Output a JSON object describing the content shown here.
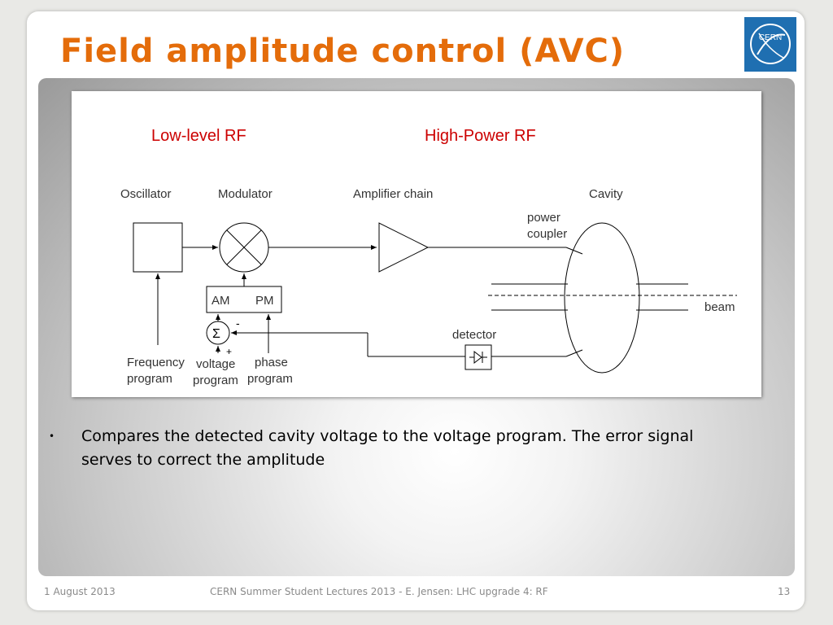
{
  "slide": {
    "title": "Field amplitude control (AVC)",
    "title_color": "#e46c0a",
    "logo_text": "CERN",
    "logo_color": "#1f6fb1"
  },
  "diagram": {
    "section_low": "Low-level RF",
    "section_high": "High-Power RF",
    "section_color": "#cc0000",
    "oscillator": "Oscillator",
    "modulator": "Modulator",
    "amplifier": "Amplifier chain",
    "cavity": "Cavity",
    "power_coupler_1": "power",
    "power_coupler_2": "coupler",
    "beam": "beam",
    "detector": "detector",
    "am": "AM",
    "pm": "PM",
    "sum_symbol": "Σ",
    "minus": "-",
    "plus": "+",
    "freq_1": "Frequency",
    "freq_2": "program",
    "volt_1": "voltage",
    "volt_2": "program",
    "phase_1": "phase",
    "phase_2": "program"
  },
  "bullet": {
    "marker": "•",
    "text": "Compares the detected cavity voltage to the voltage program. The error signal serves to correct the amplitude"
  },
  "footer": {
    "date": "1 August 2013",
    "center": "CERN Summer Student Lectures 2013 - E. Jensen: LHC upgrade 4: RF",
    "page": "13"
  }
}
